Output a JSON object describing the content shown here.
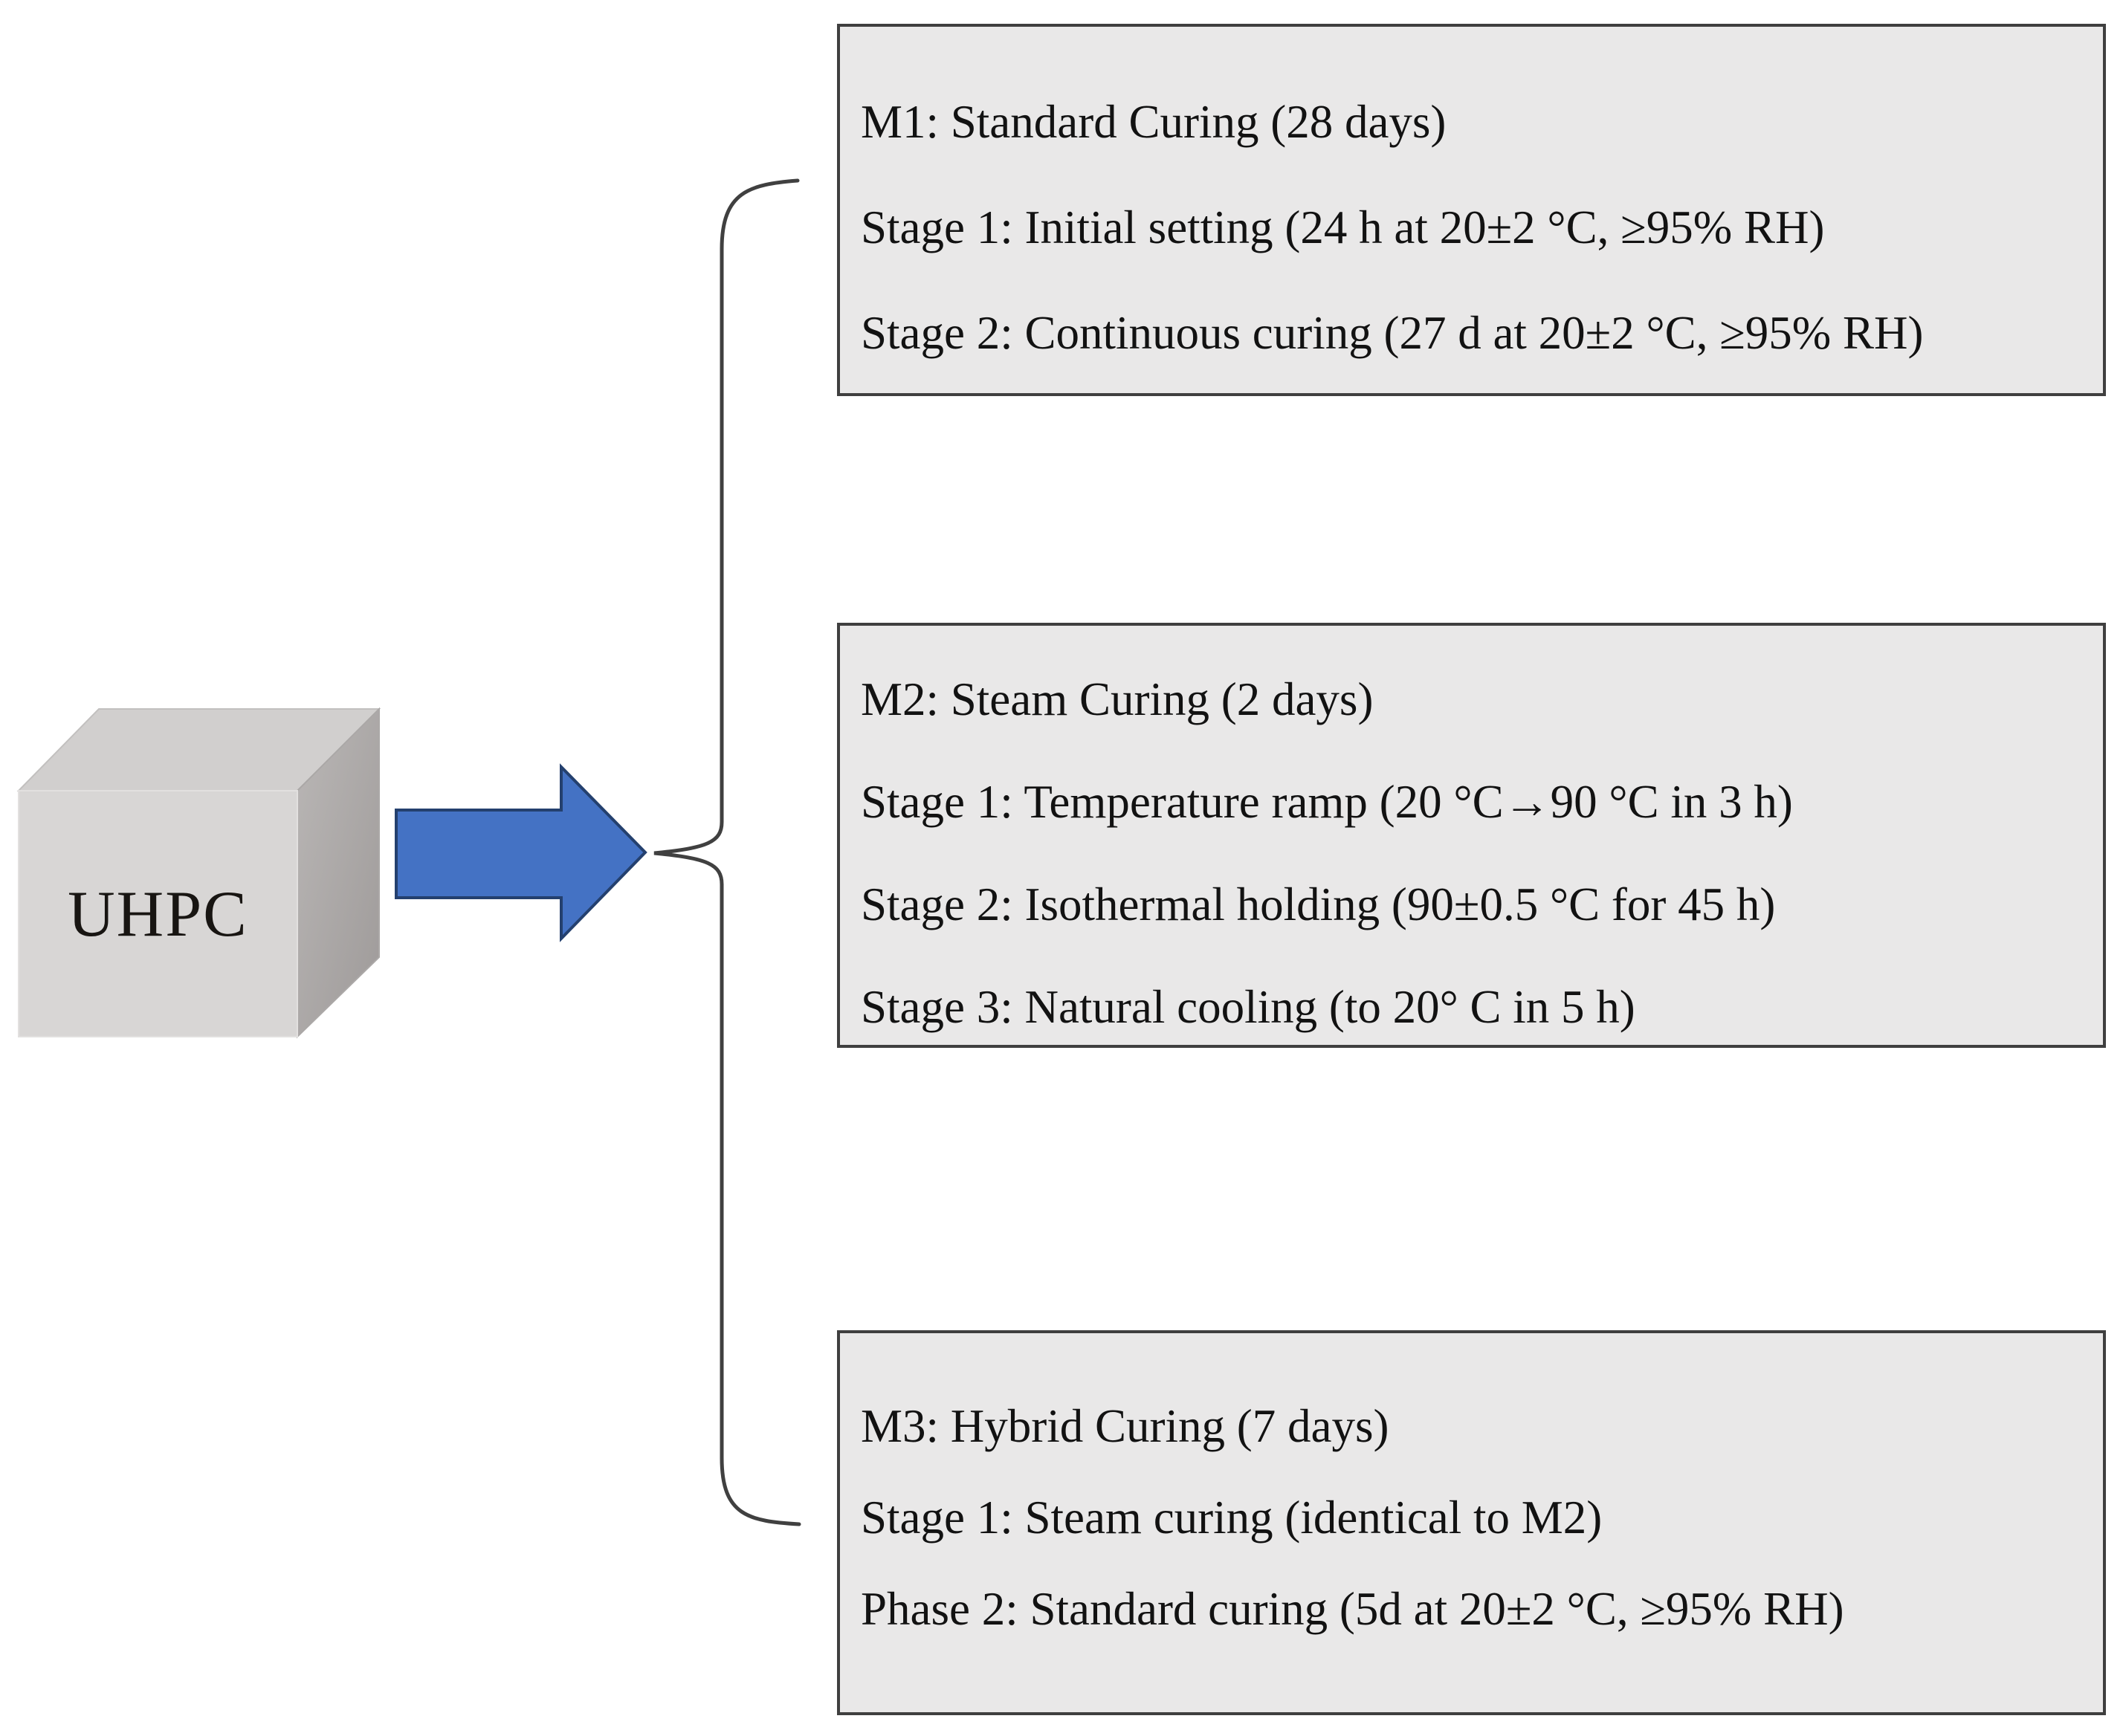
{
  "diagram": {
    "source": {
      "label": "UHPC"
    },
    "boxes": [
      {
        "id": "M1",
        "lines": [
          "M1: Standard Curing (28 days)",
          "Stage 1: Initial setting (24 h at 20±2 °C, ≥95% RH)",
          "Stage 2: Continuous curing (27 d at 20±2 °C, ≥95% RH)"
        ]
      },
      {
        "id": "M2",
        "lines": [
          "M2: Steam Curing (2 days)",
          "Stage 1: Temperature ramp (20 °C→90 °C in 3 h)",
          "Stage 2: Isothermal holding (90±0.5 °C for 45 h)",
          "Stage 3: Natural cooling (to 20° C in 5 h)"
        ]
      },
      {
        "id": "M3",
        "lines": [
          "M3: Hybrid Curing (7 days)",
          "Stage 1: Steam curing (identical to M2)",
          "Phase 2: Standard curing (5d at 20±2 °C, ≥95% RH)"
        ]
      }
    ],
    "colors": {
      "arrow_fill": "#4472c4",
      "arrow_border": "#24406e",
      "box_fill": "#e9e8e8",
      "box_border": "#3f3f3f",
      "brace_stroke": "#404040",
      "cube_front": "#d8d6d5",
      "cube_top": "#d1cfce",
      "cube_side_dark": "#9e9a99"
    }
  }
}
